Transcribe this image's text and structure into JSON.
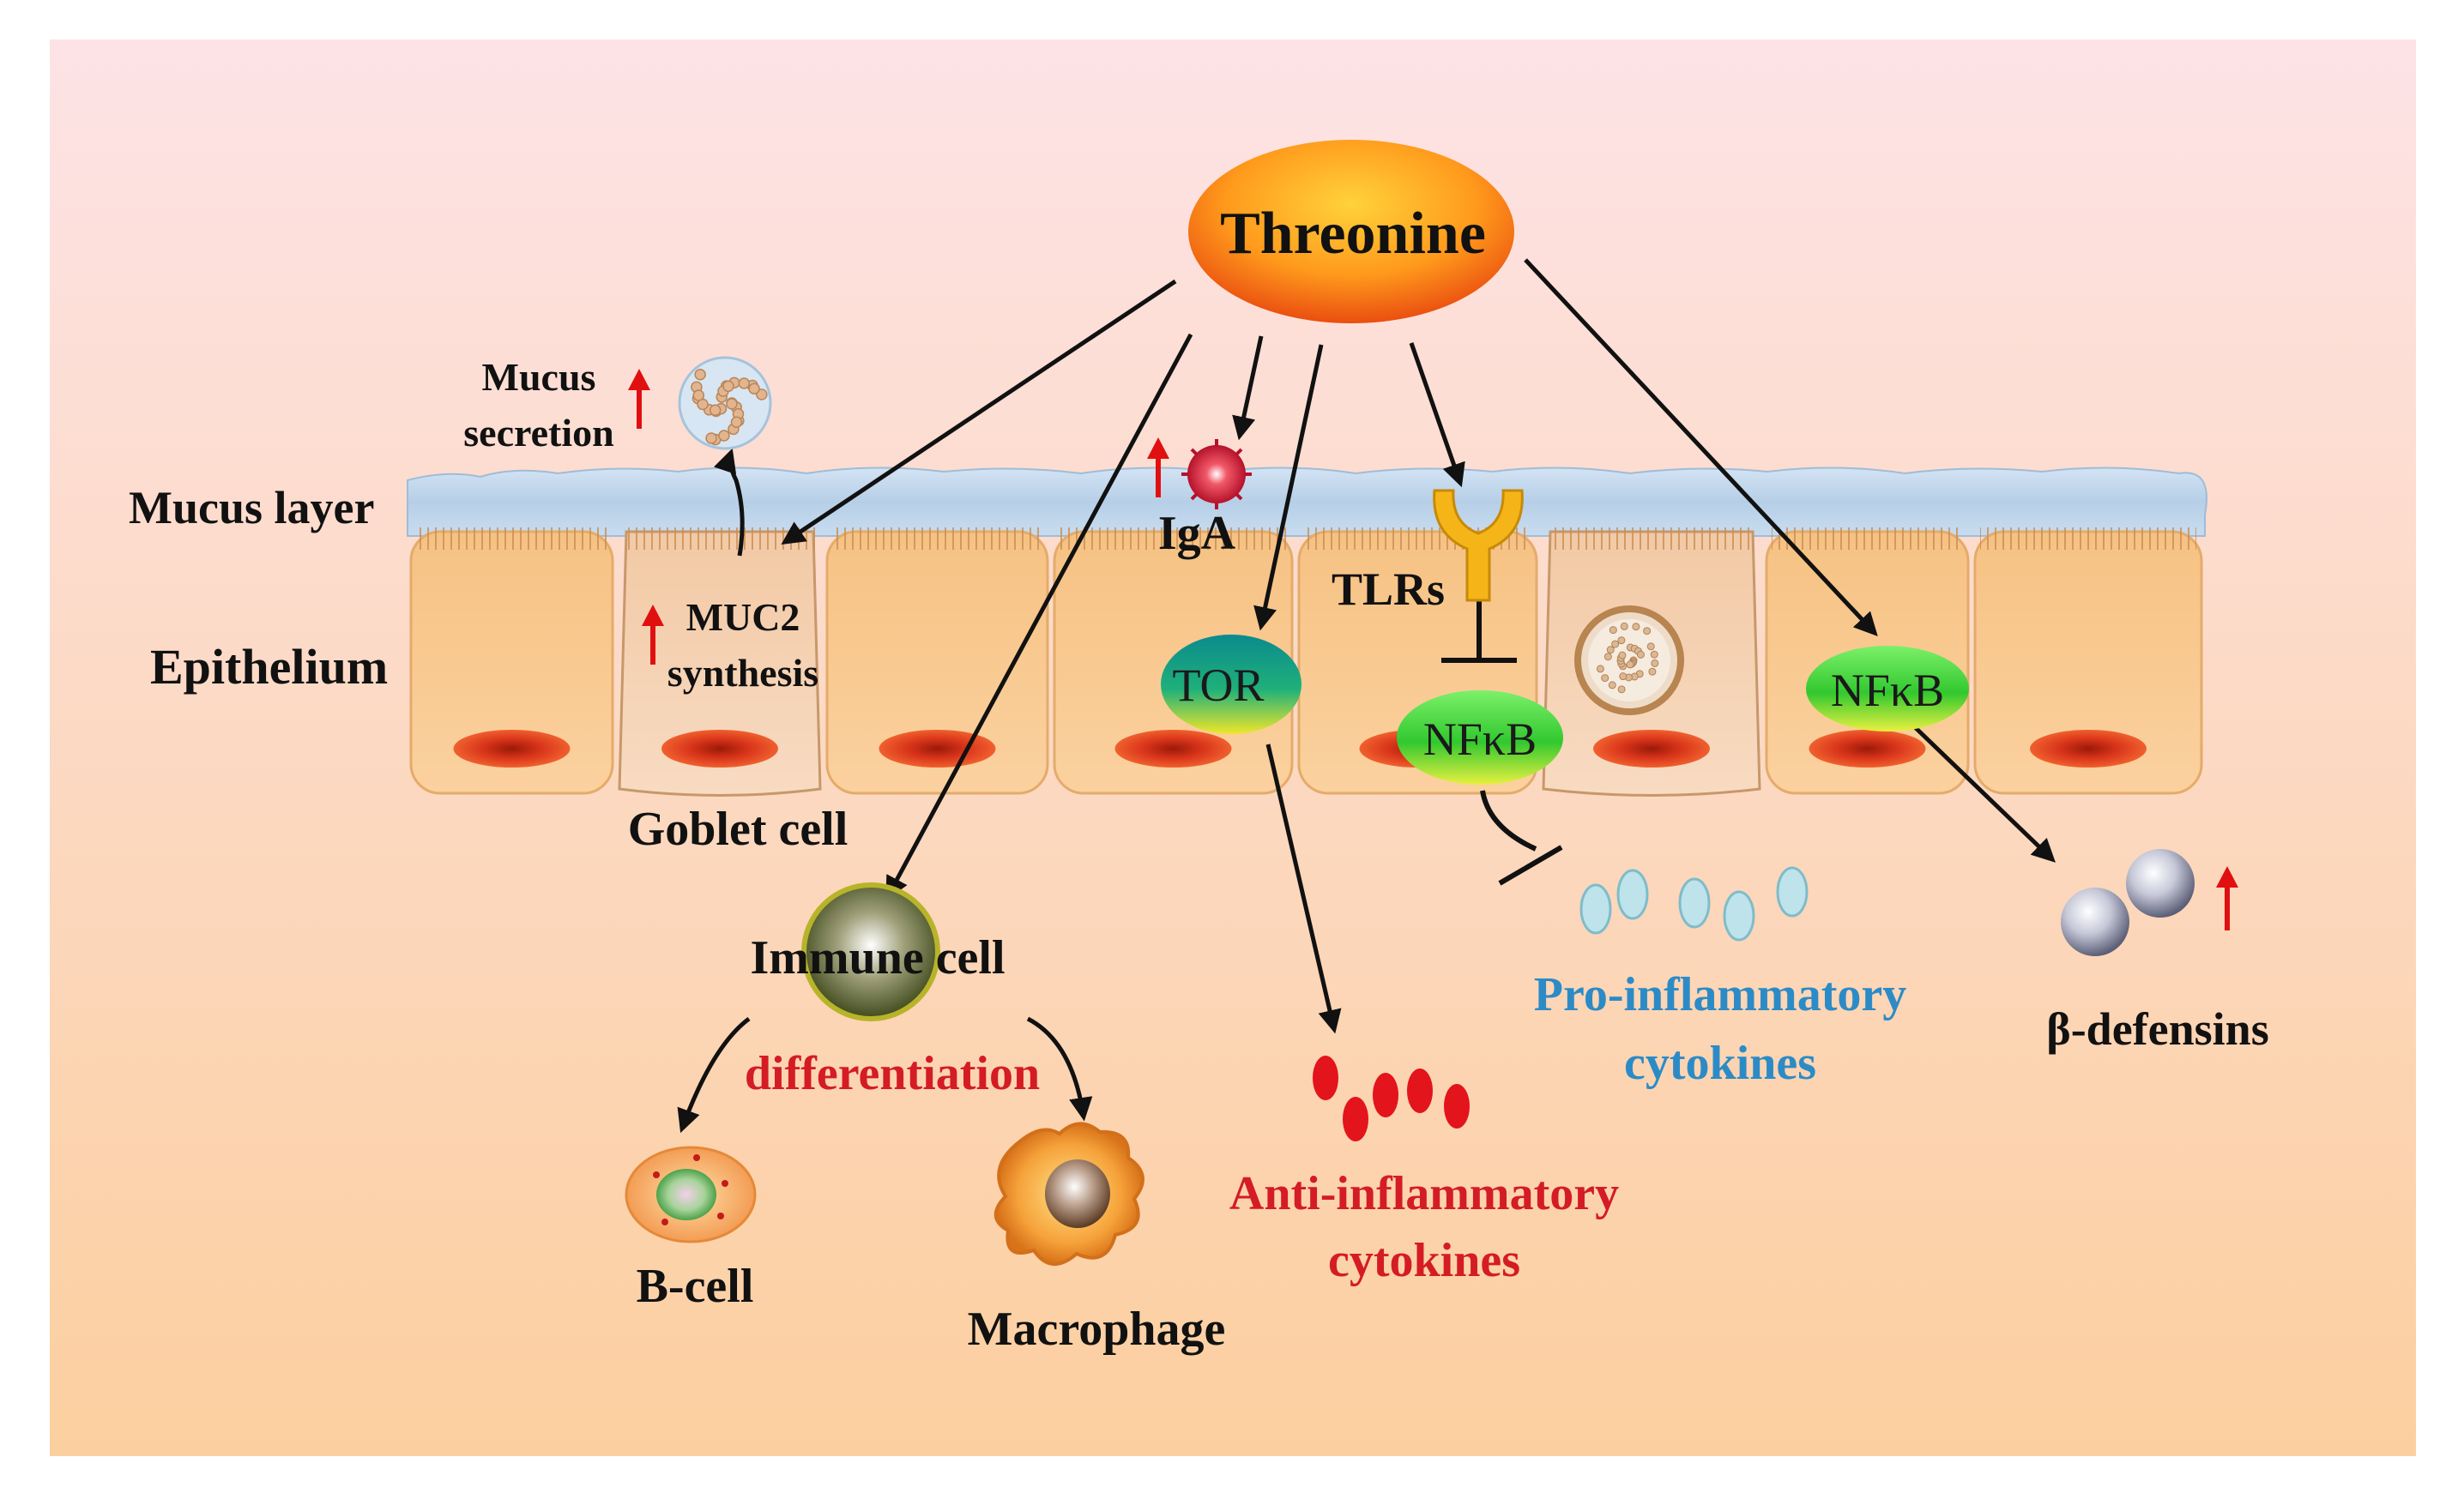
{
  "colors": {
    "bg_top": "#fde3e6",
    "bg_bottom": "#fccf9f",
    "cell_fill": "#f8c78c",
    "goblet_fill": "#f6d2b3",
    "mucus": "#bcd3ea",
    "nucleus": "#d7351b",
    "arrow": "#111111",
    "red_up": "#e01010",
    "red_text": "#d41c24",
    "blue_text": "#2c8bc6",
    "threonine_top": "#ff9a2a",
    "threonine_bottom": "#e64510",
    "nfkb_green": "#3fd23c",
    "tor_teal": "#149a8c"
  },
  "labels": {
    "threonine": "Threonine",
    "mucus_layer": "Mucus layer",
    "epithelium": "Epithelium",
    "mucus_secretion_1": "Mucus",
    "mucus_secretion_2": "secretion",
    "muc2_1": "MUC2",
    "muc2_2": "synthesis",
    "goblet_cell": "Goblet cell",
    "iga": "IgA",
    "tlrs": "TLRs",
    "tor": "TOR",
    "nfkb_1": "NFκB",
    "nfkb_2": "NFκB",
    "immune_cell": "Immune cell",
    "differentiation": "differentiation",
    "b_cell": "B-cell",
    "macrophage": "Macrophage",
    "anti_1": "Anti-inflammatory",
    "anti_2": "cytokines",
    "pro_1": "Pro-inflammatory",
    "pro_2": "cytokines",
    "defensins": "β-defensins"
  }
}
